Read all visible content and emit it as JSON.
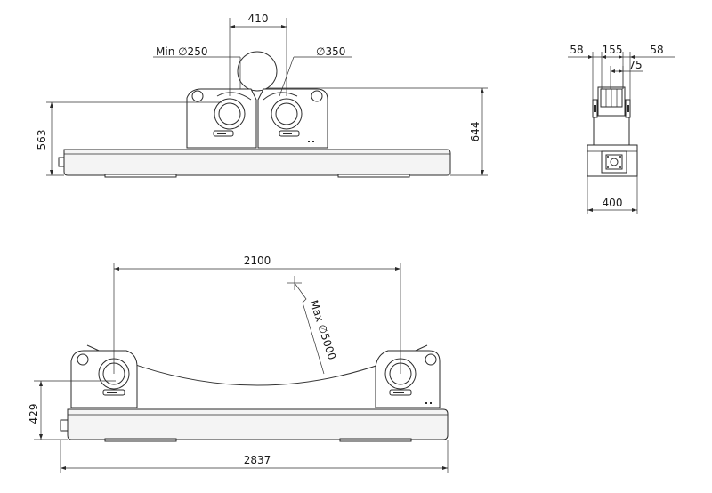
{
  "dimensions": {
    "front_gap": "410",
    "min_diameter": "Min ∅250",
    "roller_diameter": "∅350",
    "height_low": "563",
    "height_high": "644",
    "side_left": "58",
    "side_mid": "155",
    "side_right": "58",
    "side_inner": "75",
    "side_width": "400",
    "span": "2100",
    "max_diameter": "Max ∅5000",
    "height_base": "429",
    "total_length": "2837"
  },
  "colors": {
    "line": "#2a2a2a",
    "fill": "#ffffff",
    "shade": "#f4f4f4"
  }
}
